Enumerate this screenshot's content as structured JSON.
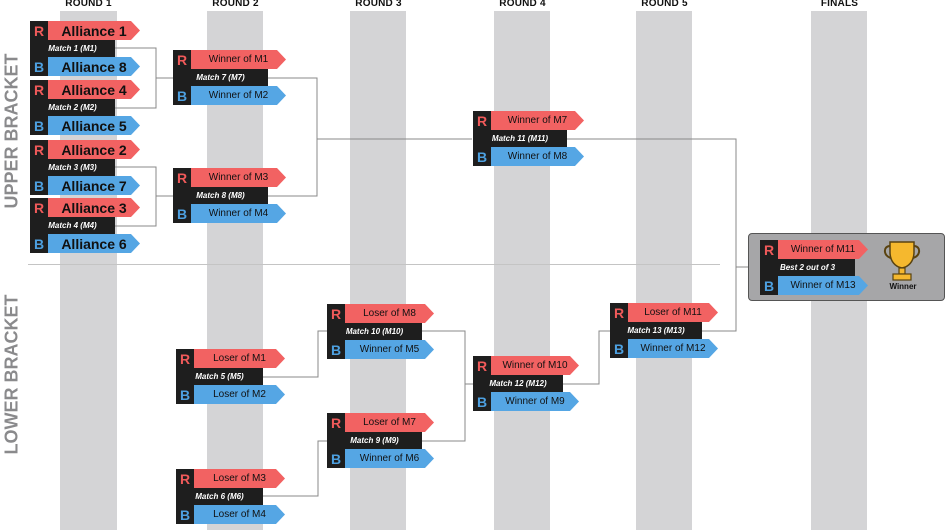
{
  "rounds": [
    "ROUND 1",
    "ROUND 2",
    "ROUND 3",
    "ROUND 4",
    "ROUND 5",
    "FINALS"
  ],
  "sections": {
    "upper": "UPPER BRACKET",
    "lower": "LOWER BRACKET"
  },
  "red_letter": "R",
  "blue_letter": "B",
  "colors": {
    "red": "#f26262",
    "blue": "#55a6e4",
    "dark": "#1e1e1e",
    "band": "#d4d4d6",
    "gold": "#f5b82e"
  },
  "matches": {
    "m1": {
      "red": "Alliance 1",
      "label": "Match 1  (M1)",
      "blue": "Alliance 8"
    },
    "m2": {
      "red": "Alliance 4",
      "label": "Match 2  (M2)",
      "blue": "Alliance 5"
    },
    "m3": {
      "red": "Alliance 2",
      "label": "Match 3  (M3)",
      "blue": "Alliance 7"
    },
    "m4": {
      "red": "Alliance 3",
      "label": "Match 4  (M4)",
      "blue": "Alliance 6"
    },
    "m7": {
      "red": "Winner of M1",
      "label": "Match 7  (M7)",
      "blue": "Winner of M2"
    },
    "m8": {
      "red": "Winner of M3",
      "label": "Match 8  (M8)",
      "blue": "Winner of M4"
    },
    "m11": {
      "red": "Winner of M7",
      "label": "Match 11  (M11)",
      "blue": "Winner of M8"
    },
    "m5": {
      "red": "Loser of M1",
      "label": "Match 5  (M5)",
      "blue": "Loser of M2"
    },
    "m6": {
      "red": "Loser of M3",
      "label": "Match 6  (M6)",
      "blue": "Loser of M4"
    },
    "m10": {
      "red": "Loser of M8",
      "label": "Match 10  (M10)",
      "blue": "Winner of M5"
    },
    "m9": {
      "red": "Loser of M7",
      "label": "Match 9  (M9)",
      "blue": "Winner of M6"
    },
    "m12": {
      "red": "Winner of M10",
      "label": "Match 12  (M12)",
      "blue": "Winner of M9"
    },
    "m13": {
      "red": "Loser of M11",
      "label": "Match 13  (M13)",
      "blue": "Winner of M12"
    },
    "finals": {
      "red": "Winner of M11",
      "label": "Best 2 out of 3",
      "blue": "Winner of M13"
    }
  },
  "winner_label": "Winner",
  "trophy_icon": "trophy-icon"
}
